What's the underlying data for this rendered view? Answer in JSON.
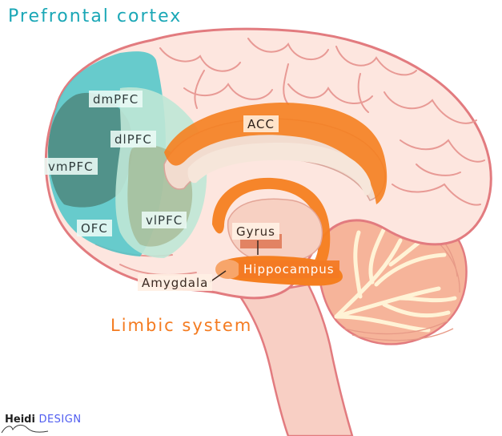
{
  "titles": {
    "prefrontal_cortex": "Prefrontal cortex",
    "limbic_system": "Limbic system"
  },
  "regions": {
    "dmPFC": "dmPFC",
    "dlPFC": "dlPFC",
    "vmPFC": "vmPFC",
    "OFC": "OFC",
    "vlPFC": "vlPFC",
    "ACC": "ACC",
    "Gyrus": "Gyrus",
    "Hippocampus": "Hippocampus",
    "Amygdala": "Amygdala"
  },
  "signature": {
    "first": "Heidi",
    "second": "DESIGN"
  },
  "colors": {
    "prefrontal_title": "#1aa7b6",
    "limbic_title": "#f47b20",
    "brain_fill": "#fde6df",
    "brain_outline": "#e27b7f",
    "pfc_teal": "#52c7c9",
    "pfc_dark": "#4f8c83",
    "pfc_light": "#bfe7d6",
    "limbic_orange": "#f57f20",
    "cerebellum_fill": "#f6b49a",
    "cerebellum_branch": "#fff3d6"
  }
}
